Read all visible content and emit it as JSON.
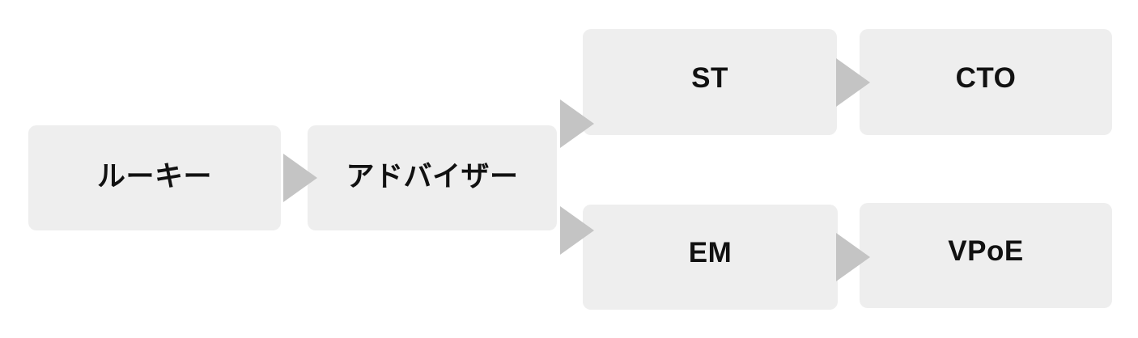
{
  "diagram": {
    "title": "career-path-flow",
    "type": "flowchart",
    "nodes": [
      {
        "id": "rookie",
        "label": "ルーキー"
      },
      {
        "id": "advisor",
        "label": "アドバイザー"
      },
      {
        "id": "st",
        "label": "ST"
      },
      {
        "id": "cto",
        "label": "CTO"
      },
      {
        "id": "em",
        "label": "EM"
      },
      {
        "id": "vpoe",
        "label": "VPoE"
      }
    ],
    "edges": [
      {
        "from": "ルーキー",
        "to": "アドバイザー"
      },
      {
        "from": "アドバイザー",
        "to": "ST"
      },
      {
        "from": "アドバイザー",
        "to": "EM"
      },
      {
        "from": "ST",
        "to": "CTO"
      },
      {
        "from": "EM",
        "to": "VPoE"
      }
    ]
  },
  "colors": {
    "node_fill": "#eeeeee",
    "arrow": "#c4c4c4",
    "text": "#111111",
    "background": "#ffffff"
  }
}
